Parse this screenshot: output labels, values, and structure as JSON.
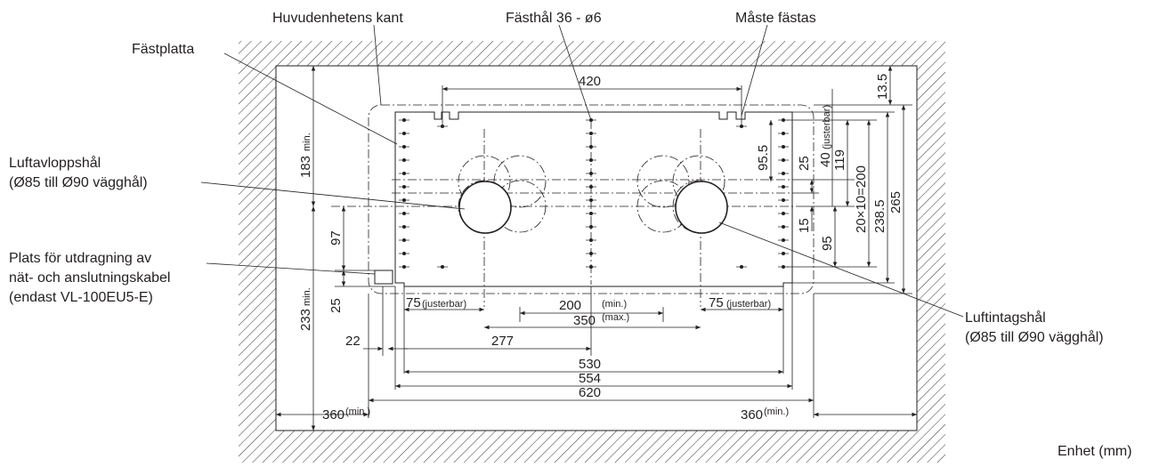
{
  "labels": {
    "unit_edge": "Huvudenhetens kant",
    "mount_holes": "Fästhål 36 - ø6",
    "must_fix": "Måste fästas",
    "mount_plate": "Fästplatta",
    "exhaust_line1": "Luftavloppshål",
    "exhaust_line2": "(Ø85 till Ø90 vägghål)",
    "cable_line1": "Plats för utdragning av",
    "cable_line2": "nät- och anslutningskabel",
    "cable_line3": "(endast VL-100EU5-E)",
    "intake_line1": "Luftintagshål",
    "intake_line2": "(Ø85 till Ø90 vägghål)",
    "unit": "Enhet (mm)"
  },
  "dimensions": {
    "d420": "420",
    "d13_5": "13.5",
    "d40_adj": "40",
    "justerbar": "(justerbar)",
    "d119": "119",
    "d20x10": "20×10=200",
    "d238_5": "238.5",
    "d265": "265",
    "d95_5": "95.5",
    "d25_right": "25",
    "d15": "15",
    "d95": "95",
    "d183": "183",
    "d97": "97",
    "d25_left": "25",
    "d233": "233",
    "min_suffix": "min.",
    "d75_left": "75",
    "d200": "200",
    "min_paren": "(min.)",
    "d350": "350",
    "max_paren": "(max.)",
    "d75_right": "75",
    "d22": "22",
    "d277": "277",
    "d530": "530",
    "d554": "554",
    "d620": "620",
    "d360_left": "360",
    "d360_right": "360"
  }
}
